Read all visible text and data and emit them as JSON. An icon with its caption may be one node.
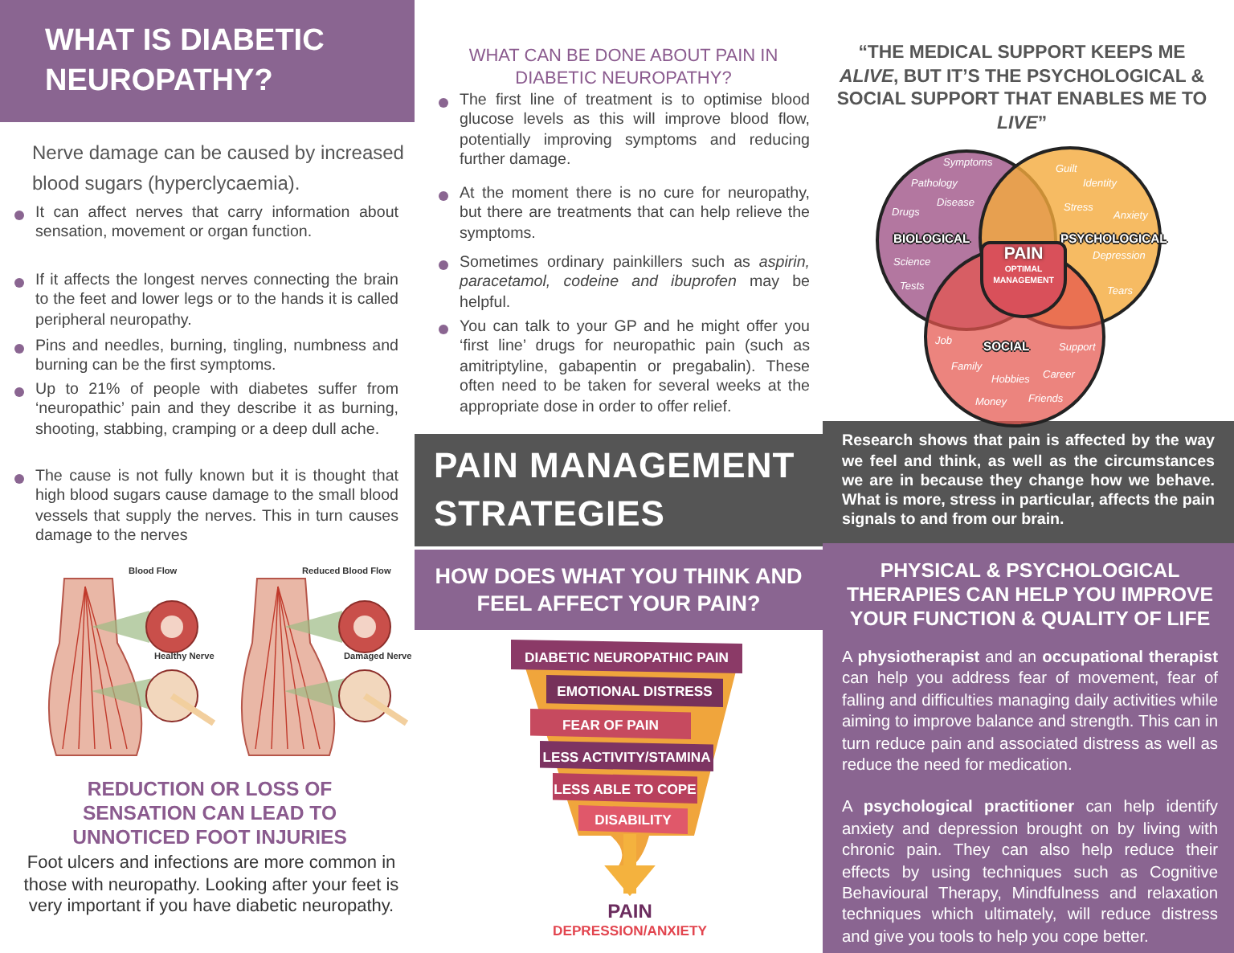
{
  "diagram": {
    "nodes": [
      {
        "text": [
          "WHAT IS DIABETIC NEUROPATHY?"
        ]
      },
      {
        "text": [
          "PAIN MANAGEMENT STRATEGIES"
        ]
      },
      {
        "text": [
          "HOW DOES WHAT YOU THINK AND FEEL AFFECT YOUR PAIN?"
        ]
      },
      {
        "text": [
          "Research shows that pain is affected by the way we feel and think, as well as the circumstances we are in because they change how we behave. What is more, stress in particular, affects the pain signals to and from our brain."
        ]
      },
      {
        "text": [
          "PHYSICAL & PSYCHOLOGICAL THERAPIES CAN HELP YOU IMPROVE YOUR FUNCTION & QUALITY OF LIFE",
          "A **physiotherapist** and an **occupational therapist** can help you address fear of movement, fear of falling and difficulties managing daily activities while aiming to improve balance and strength. This can in turn reduce pain and associated distress as well as reduce the need for medication.",
          "A **psychological practitioner** can help identify anxiety and depression brought on by living with chronic pain. They can also help reduce their effects by using techniques such as Cognitive Behavioural Therapy, Mindfulness and relaxation techniques which ultimately, will reduce distress and give you tools to help you cope better."
        ]
      },
      {
        "text": [
          "Symptoms",
          "Pathology",
          "Disease",
          "Drugs",
          "BIOLOGICAL",
          "Science",
          "Tests"
        ]
      },
      {
        "text": [
          "Guilt",
          "Identity",
          "Stress",
          "Anxiety",
          "PSYCHOLOGICAL",
          "Depression",
          "Tears"
        ]
      },
      {
        "text": [
          "Job",
          "SOCIAL",
          "Support",
          "Family",
          "Career",
          "Hobbies",
          "Friends",
          "Money"
        ]
      },
      {
        "text": [
          "PAIN",
          "OPTIMAL MANAGEMENT"
        ]
      },
      {
        "text": [
          "DIABETIC NEUROPATHIC PAIN"
        ]
      },
      {
        "text": [
          "EMOTIONAL DISTRESS"
        ]
      },
      {
        "text": [
          "FEAR OF PAIN"
        ]
      },
      {
        "text": [
          "LESS ACTIVITY/STAMINA"
        ]
      },
      {
        "text": [
          "LESS ABLE TO COPE"
        ]
      },
      {
        "text": [
          "DISABILITY"
        ]
      },
      {
        "text": [
          "PAIN",
          "DEPRESSION/ANXIETY"
        ]
      }
    ],
    "edges": [
      {
        "from": 14,
        "to": 15,
        "arrow": "to"
      }
    ],
    "labels": [
      "Nerve damage can be caused by increased blood sugars (hyperclycaemia).",
      "It can affect nerves that carry information about sensation, movement or organ function.",
      "If it affects the longest nerves connecting the brain to the feet and lower legs or to the hands it is called peripheral neuropathy.",
      "Pins and needles, burning, tingling, numbness and burning can be the first symptoms.",
      "Up to 21% of people with diabetes suffer from ‘neuropathic’ pain and they describe it as burning, shooting, stabbing, cramping or a deep dull ache.",
      "The cause is not fully known but it is thought that high blood sugars cause damage to the small blood vessels that supply the nerves. This in turn causes damage to the nerves",
      "Blood Flow",
      "Reduced Blood Flow",
      "Healthy Nerve",
      "Damaged Nerve",
      "REDUCTION OR LOSS OF SENSATION CAN LEAD TO UNNOTICED FOOT INJURIES",
      "Foot ulcers and infections are more common in those with neuropathy. Looking after your feet is very important if you have diabetic neuropathy.",
      "WHAT CAN BE DONE ABOUT PAIN IN DIABETIC NEUROPATHY?",
      "The first line of treatment is to optimise blood glucose levels as this will improve blood flow, potentially improving symptoms and reducing further damage.",
      "At the moment there is no cure for neuropathy, but there are treatments that can help relieve the symptoms.",
      "Sometimes ordinary painkillers such as *aspirin, paracetamol, codeine and ibuprofen* may be helpful.",
      "You can talk to your GP and he might offer you ‘first line’ drugs for neuropathic pain (such as amitriptyline, gabapentin or pregabalin). These often need to be taken for several weeks at the appropriate dose in order to offer relief.",
      "“THE MEDICAL SUPPORT KEEPS ME *ALIVE*, BUT IT’S THE PSYCHOLOGICAL & SOCIAL SUPPORT THAT ENABLES ME TO *LIVE*”"
    ]
  }
}
